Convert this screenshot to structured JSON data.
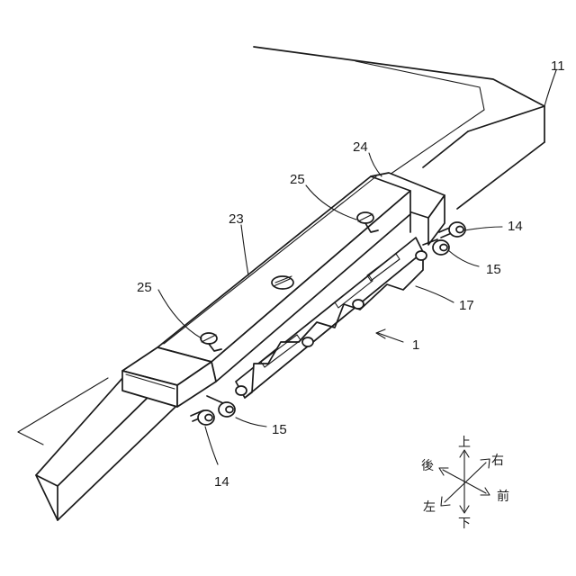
{
  "labels": {
    "frame": "11",
    "thumb_screw_a": "14",
    "thumb_screw_b": "14",
    "nut_a": "15",
    "nut_b": "15",
    "bracket": "17",
    "cover": "23",
    "end_cap": "24",
    "screw_a": "25",
    "screw_b": "25",
    "assembly": "1"
  },
  "directions": {
    "up": "上",
    "down": "下",
    "left": "左",
    "right": "右",
    "front": "前",
    "back": "後"
  }
}
